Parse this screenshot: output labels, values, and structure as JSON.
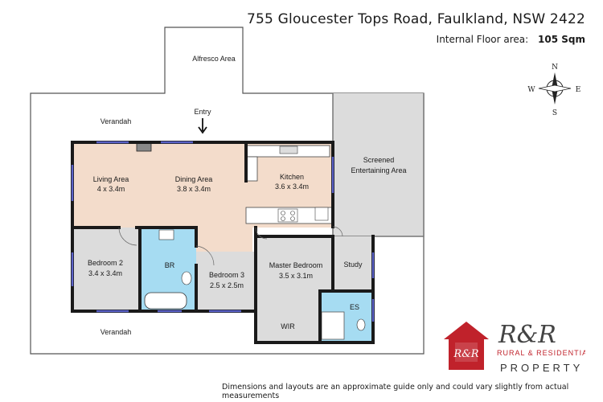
{
  "header": {
    "address": "755 Gloucester Tops Road, Faulkland, NSW 2422",
    "area_label": "Internal Floor area:",
    "area_value": "105 Sqm"
  },
  "compass": {
    "n": "N",
    "s": "S",
    "e": "E",
    "w": "W"
  },
  "rooms": {
    "alfresco": "Alfresco Area",
    "verandah_top": "Verandah",
    "verandah_bottom": "Verandah",
    "entry": "Entry",
    "living": {
      "name": "Living Area",
      "size": "4 x 3.4m"
    },
    "dining": {
      "name": "Dining Area",
      "size": "3.8 x 3.4m"
    },
    "kitchen": {
      "name": "Kitchen",
      "size": "3.6 x 3.4m"
    },
    "screened": {
      "line1": "Screened",
      "line2": "Entertaining Area"
    },
    "bedroom2": {
      "name": "Bedroom 2",
      "size": "3.4 x 3.4m"
    },
    "br": "BR",
    "bedroom3": {
      "name": "Bedroom 3",
      "size": "2.5 x 2.5m"
    },
    "master": {
      "name": "Master Bedroom",
      "size": "3.5 x 3.1m"
    },
    "study": "Study",
    "es": "ES",
    "wir": "WIR"
  },
  "logo": {
    "monogram": "R&R",
    "tagline": "RURAL & RESIDENTIAL",
    "word": "PROPERTY",
    "house_letters": "R&R",
    "brand_color": "#c0222b"
  },
  "footer": {
    "note": "Dimensions and layouts are an approximate guide only and could vary slightly from actual measurements"
  },
  "colors": {
    "living_fill": "#f3dccb",
    "bathroom_fill": "#a6dcf2",
    "room_fill": "#dcdcdc",
    "wall": "#1a1a1a",
    "window": "#5b62c8"
  }
}
